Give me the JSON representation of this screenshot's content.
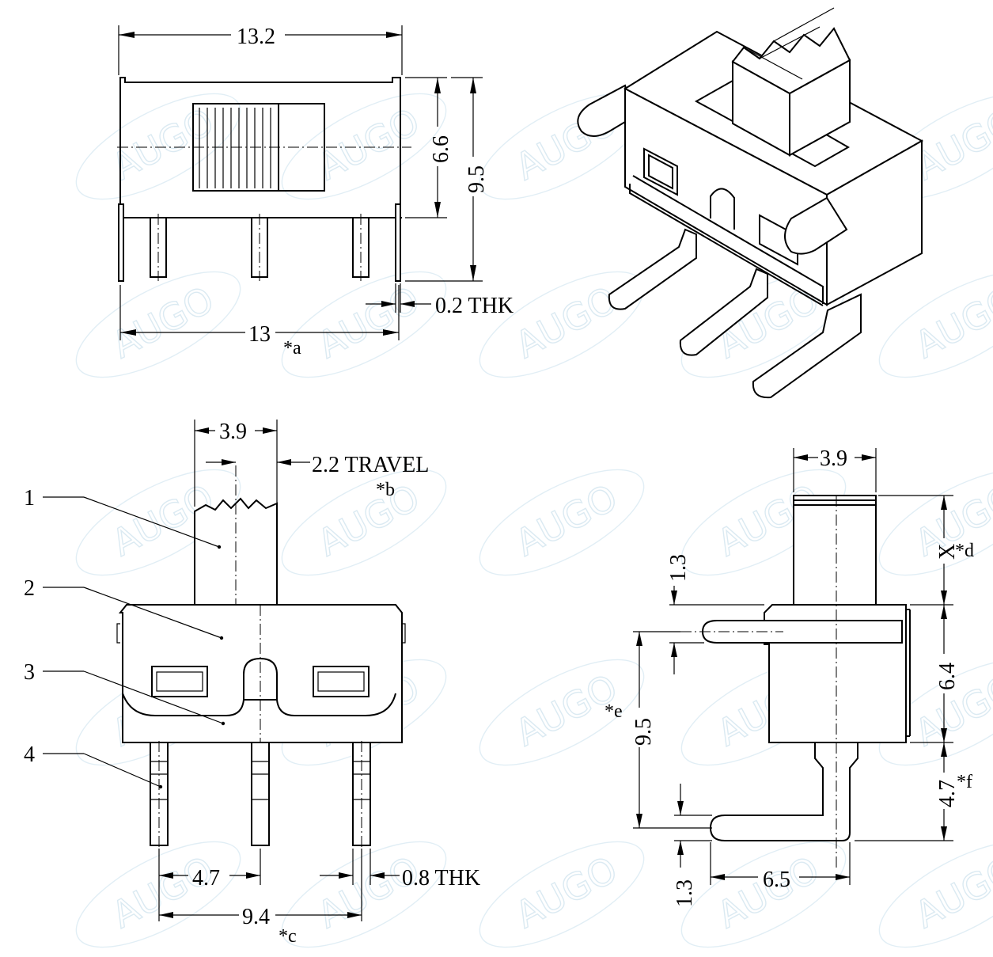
{
  "watermark": "AUGO",
  "top_view": {
    "width_overall": "13.2",
    "body_height": "6.6",
    "total_height": "9.5",
    "thickness": "0.2 THK",
    "width_body": "13",
    "width_body_note": "*a"
  },
  "front_view": {
    "actuator_width": "3.9",
    "travel": "2.2 TRAVEL",
    "travel_note": "*b",
    "pitch": "4.7",
    "pin_thickness": "0.8 THK",
    "pin_span": "9.4",
    "pin_span_note": "*c",
    "callouts": [
      "1",
      "2",
      "3",
      "4"
    ]
  },
  "side_view": {
    "actuator_width": "3.9",
    "actuator_height": "X",
    "actuator_height_note": "*d",
    "tab_offset": "1.3",
    "tab_span": "9.5",
    "tab_span_note": "*e",
    "body_height": "6.4",
    "pin_depth": "4.7",
    "pin_depth_note": "*f",
    "pin_offset": "1.3",
    "pin_length": "6.5"
  }
}
